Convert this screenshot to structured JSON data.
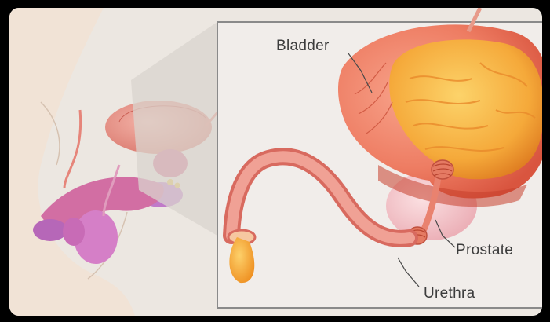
{
  "labels": {
    "bladder": "Bladder",
    "prostate": "Prostate",
    "urethra": "Urethra"
  },
  "colors": {
    "background": "#ece7e1",
    "frame_border": "#8a8a8a",
    "bladder_wall": "#ef7c63",
    "bladder_interior": "#f6a93b",
    "prostate": "#f3c3c8",
    "urethra": "#ec8b82",
    "fluid": "#f5a623"
  }
}
